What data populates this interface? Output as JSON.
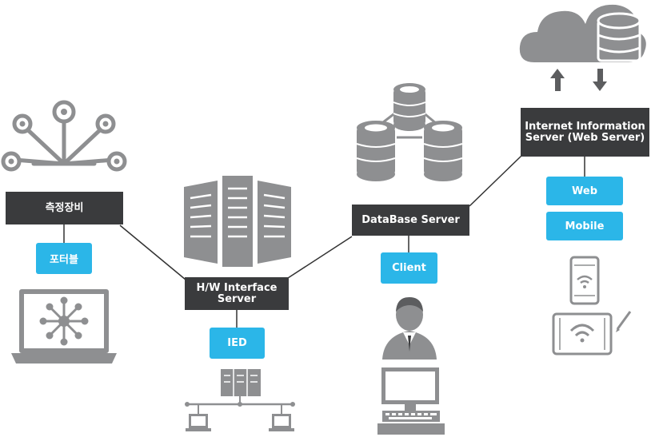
{
  "nodes": {
    "measurement_equipment": "측정장비",
    "hw_interface_server": "H/W Interface\nServer",
    "database_server": "DataBase Server",
    "internet_information_server": "Internet Information\nServer (Web Server)"
  },
  "tags": {
    "portable": "포터블",
    "ied": "IED",
    "client": "Client",
    "web": "Web",
    "mobile": "Mobile"
  },
  "colors": {
    "dark_box": "#3a3b3d",
    "accent_blue": "#2bb6e8",
    "icon_gray": "#8e8f91",
    "line": "#333333"
  },
  "icons": [
    "sensor-network-icon",
    "laptop-network-icon",
    "server-rack-icon",
    "local-network-icon",
    "database-cluster-icon",
    "user-icon",
    "desktop-computer-icon",
    "cloud-database-icon",
    "upload-arrow-icon",
    "download-arrow-icon",
    "smartphone-wifi-icon",
    "tablet-wifi-icon"
  ]
}
